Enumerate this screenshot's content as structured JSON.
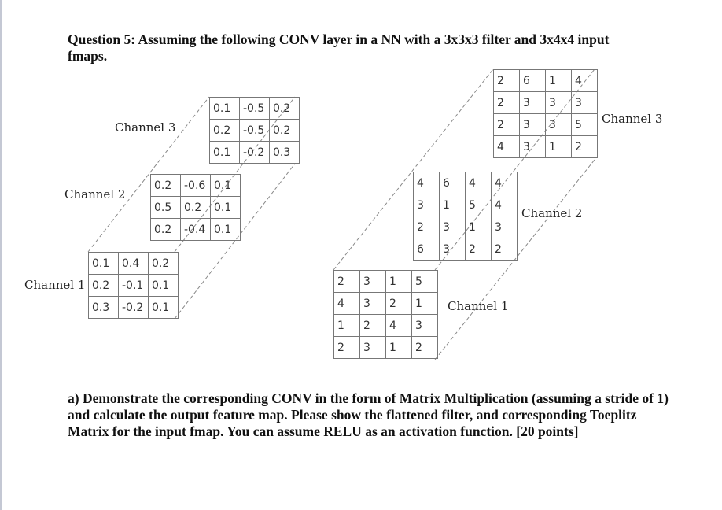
{
  "question": {
    "title": "Question 5: Assuming the following CONV layer in a NN with a 3x3x3 filter and 3x4x4 input fmaps."
  },
  "filter": {
    "channels": [
      {
        "label": "Channel 1",
        "rows": [
          [
            "0.1",
            "0.4",
            "0.2"
          ],
          [
            "0.2",
            "-0.1",
            "0.1"
          ],
          [
            "0.3",
            "-0.2",
            "0.1"
          ]
        ]
      },
      {
        "label": "Channel 2",
        "rows": [
          [
            "0.2",
            "-0.6",
            "0.1"
          ],
          [
            "0.5",
            "0.2",
            "0.1"
          ],
          [
            "0.2",
            "-0.4",
            "0.1"
          ]
        ]
      },
      {
        "label": "Channel 3",
        "rows": [
          [
            "0.1",
            "-0.5",
            "0.2"
          ],
          [
            "0.2",
            "-0.5",
            "0.2"
          ],
          [
            "0.1",
            "-0.2",
            "0.3"
          ]
        ]
      }
    ]
  },
  "input_fmap": {
    "channels": [
      {
        "label": "Channel 1",
        "rows": [
          [
            "2",
            "3",
            "1",
            "5"
          ],
          [
            "4",
            "3",
            "2",
            "1"
          ],
          [
            "1",
            "2",
            "4",
            "3"
          ],
          [
            "2",
            "3",
            "1",
            "2"
          ]
        ]
      },
      {
        "label": "Channel 2",
        "rows": [
          [
            "4",
            "6",
            "4",
            "4"
          ],
          [
            "3",
            "1",
            "5",
            "4"
          ],
          [
            "2",
            "3",
            "1",
            "3"
          ],
          [
            "6",
            "3",
            "2",
            "2"
          ]
        ]
      },
      {
        "label": "Channel 3",
        "rows": [
          [
            "2",
            "6",
            "1",
            "4"
          ],
          [
            "2",
            "3",
            "3",
            "3"
          ],
          [
            "2",
            "3",
            "3",
            "5"
          ],
          [
            "4",
            "3",
            "1",
            "2"
          ]
        ]
      }
    ]
  },
  "part_a": {
    "text": "a) Demonstrate the corresponding CONV in the form of Matrix Multiplication (assuming a stride of 1) and calculate the output feature map. Please show the flattened filter, and corresponding Toeplitz Matrix for the input fmap. You can assume RELU as an activation function. [20 points]"
  }
}
